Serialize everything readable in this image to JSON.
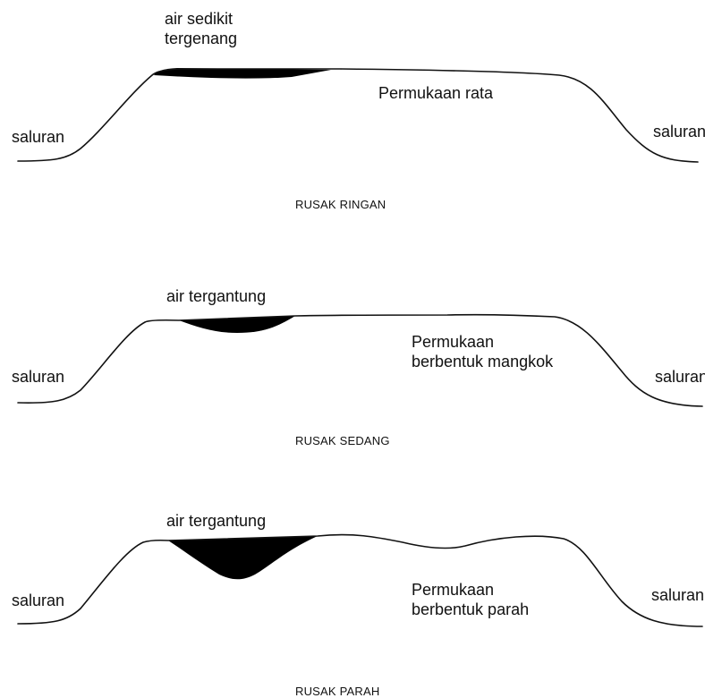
{
  "panels": [
    {
      "id": "ringan",
      "water_label_line1": "air sedikit",
      "water_label_line2": "tergenang",
      "surface_label_line1": "Permukaan rata",
      "surface_label_line2": "",
      "left_channel_label": "saluran",
      "right_channel_label": "saluran",
      "caption": "RUSAK RINGAN"
    },
    {
      "id": "sedang",
      "water_label_line1": "air tergantung",
      "surface_label_line1": "Permukaan",
      "surface_label_line2": "berbentuk mangkok",
      "left_channel_label": "saluran",
      "right_channel_label": "saluran",
      "caption": "RUSAK SEDANG"
    },
    {
      "id": "parah",
      "water_label_line1": "air tergantung",
      "surface_label_line1": "Permukaan",
      "surface_label_line2": "berbentuk parah",
      "left_channel_label": "saluran",
      "right_channel_label": "saluran",
      "caption": "RUSAK PARAH"
    }
  ],
  "colors": {
    "ink": "#111111",
    "water": "#000000",
    "background": "#ffffff"
  }
}
